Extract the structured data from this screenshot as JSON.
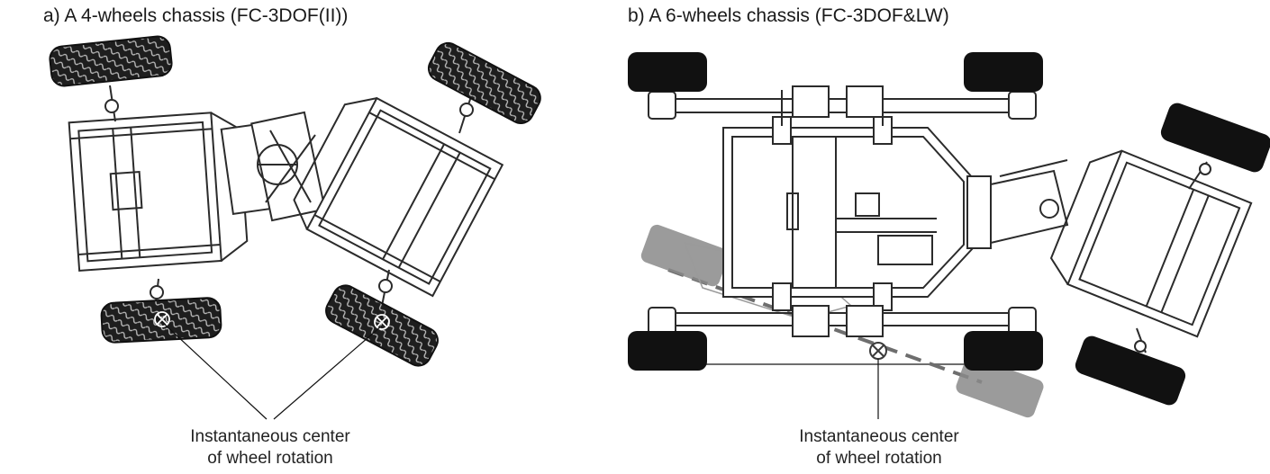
{
  "panel_a": {
    "title": "a) A 4-wheels chassis (FC-3DOF(II))",
    "caption_line1": "Instantaneous center",
    "caption_line2": "of wheel rotation"
  },
  "panel_b": {
    "title": "b) A 6-wheels chassis (FC-3DOF&LW)",
    "caption_line1": "Instantaneous center",
    "caption_line2": "of wheel rotation"
  },
  "colors": {
    "frame": "#2b2b2b",
    "tire_dark": "#111111",
    "tire_tread": "#3a3a3a",
    "ghost_wheel": "#8a8a8a",
    "ghost_path": "#6e6e6e"
  }
}
